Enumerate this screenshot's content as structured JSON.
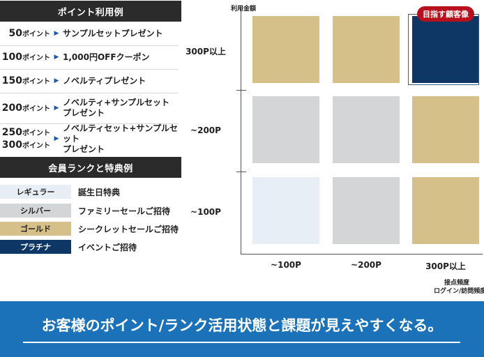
{
  "points_section": {
    "title": "ポイント利用例",
    "rows": [
      {
        "points": [
          {
            "num": "50",
            "unit": "ポイント"
          }
        ],
        "benefit": [
          "サンプルセットプレゼント"
        ]
      },
      {
        "points": [
          {
            "num": "100",
            "unit": "ポイント"
          }
        ],
        "benefit": [
          "1,000円OFFクーポン"
        ]
      },
      {
        "points": [
          {
            "num": "150",
            "unit": "ポイント"
          }
        ],
        "benefit": [
          "ノベルティプレゼント"
        ]
      },
      {
        "points": [
          {
            "num": "200",
            "unit": "ポイント"
          }
        ],
        "benefit": [
          "ノベルティ+サンプルセット",
          "プレゼント"
        ]
      },
      {
        "points": [
          {
            "num": "250",
            "unit": "ポイント"
          },
          {
            "num": "300",
            "unit": "ポイント"
          }
        ],
        "benefit": [
          "ノベルティセット+サンプルセット",
          "プレゼント"
        ]
      }
    ]
  },
  "rank_section": {
    "title": "会員ランクと特典例",
    "ranks": [
      {
        "name": "レギュラー",
        "benefit": "誕生日特典",
        "bg": "#e8eef5",
        "fg": "#1f1f1f"
      },
      {
        "name": "シルバー",
        "benefit": "ファミリーセールご招待",
        "bg": "#d3d5d7",
        "fg": "#1f1f1f"
      },
      {
        "name": "ゴールド",
        "benefit": "シークレットセールご招待",
        "bg": "#d5c08a",
        "fg": "#1f1f1f"
      },
      {
        "name": "プラチナ",
        "benefit": "イベントご招待",
        "bg": "#0e3766",
        "fg": "#ffffff"
      }
    ]
  },
  "matrix": {
    "y_axis_title": "利用金額",
    "x_axis_title_lines": [
      "接点頻度",
      "ログイン/訪問頻度"
    ],
    "y_levels": [
      "300P以上",
      "~200P",
      "~100P"
    ],
    "x_levels": [
      "~100P",
      "~200P",
      "300P以上"
    ],
    "cells": [
      [
        "gold",
        "gold",
        "platinum"
      ],
      [
        "silver",
        "silver",
        "gold"
      ],
      [
        "regular",
        "silver",
        "gold"
      ]
    ],
    "colors": {
      "regular": "#e8eef5",
      "silver": "#d3d5d7",
      "gold": "#d5c08a",
      "platinum": "#0e3766"
    },
    "target_label": "目指す顧客像"
  },
  "banner": {
    "text": "お客様のポイント/ランク活用状態と課題が見えやすくなる。",
    "bg": "#1b72b9"
  }
}
